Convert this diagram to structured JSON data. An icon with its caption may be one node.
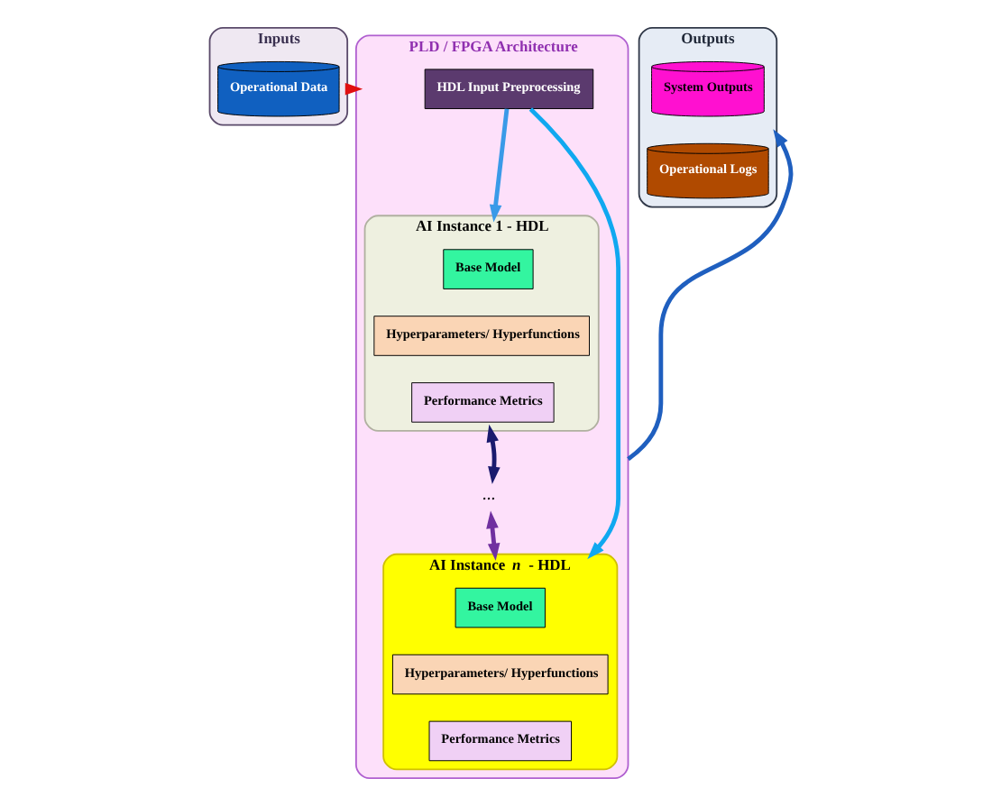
{
  "diagram": {
    "nodes": [
      {
        "text": [
          "Inputs"
        ]
      },
      {
        "text": [
          "Operational Data"
        ],
        "in": 0
      },
      {
        "text": [
          "PLD / FPGA Architecture"
        ]
      },
      {
        "text": [
          "HDL Input Preprocessing"
        ],
        "in": 2
      },
      {
        "text": [
          "AI Instance 1 - HDL"
        ],
        "in": 2
      },
      {
        "text": [
          "Base Model"
        ],
        "in": 4
      },
      {
        "text": [
          "Hyperparameters/ Hyperfunctions"
        ],
        "in": 4
      },
      {
        "text": [
          "Performance Metrics"
        ],
        "in": 4
      },
      {
        "text": [
          "AI Instance *n* - HDL"
        ],
        "in": 2
      },
      {
        "text": [
          "Base Model"
        ],
        "in": 8
      },
      {
        "text": [
          "Hyperparameters/ Hyperfunctions"
        ],
        "in": 8
      },
      {
        "text": [
          "Performance Metrics"
        ],
        "in": 8
      },
      {
        "text": [
          "Outputs"
        ]
      },
      {
        "text": [
          "System Outputs"
        ],
        "in": 12
      },
      {
        "text": [
          "Operational Logs"
        ],
        "in": 12
      },
      {
        "text": [
          "…"
        ],
        "in": 2
      }
    ],
    "edges": [
      {
        "from": 0,
        "to": 2,
        "arrow": "to",
        "color": "#e01010"
      },
      {
        "from": 2,
        "to": 12,
        "arrow": "to",
        "color": "#1f5fbf"
      },
      {
        "from": 3,
        "to": 4,
        "arrow": "to",
        "color": "#3a9ae8"
      },
      {
        "from": 3,
        "to": 8,
        "arrow": "to",
        "color": "#10a8f0"
      },
      {
        "from": 4,
        "to": 15,
        "arrow": "both",
        "color": "#1a1a6e"
      },
      {
        "from": 15,
        "to": 8,
        "arrow": "both",
        "color": "#7030a0"
      }
    ]
  }
}
